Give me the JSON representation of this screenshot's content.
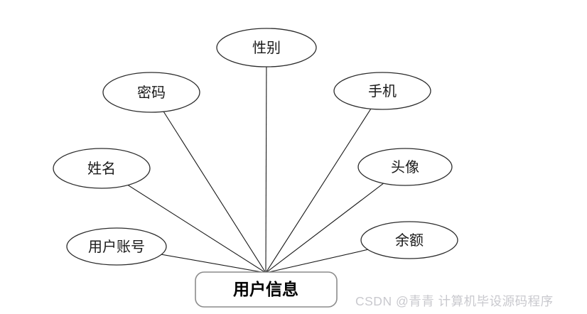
{
  "diagram": {
    "type": "er-attribute-diagram",
    "entity": {
      "label": "用户信息"
    },
    "attributes": [
      {
        "id": "gender",
        "label": "性别"
      },
      {
        "id": "password",
        "label": "密码"
      },
      {
        "id": "phone",
        "label": "手机"
      },
      {
        "id": "name",
        "label": "姓名"
      },
      {
        "id": "avatar",
        "label": "头像"
      },
      {
        "id": "account",
        "label": "用户账号"
      },
      {
        "id": "balance",
        "label": "余额"
      }
    ],
    "colors": {
      "line": "#1a1a1a",
      "shape_stroke": "#2b2b2b",
      "entity_stroke": "#8c8c8c",
      "fill": "#ffffff"
    }
  },
  "watermark": {
    "text": "CSDN @青青  计算机毕设源码程序",
    "color": "#c9c9ce"
  }
}
